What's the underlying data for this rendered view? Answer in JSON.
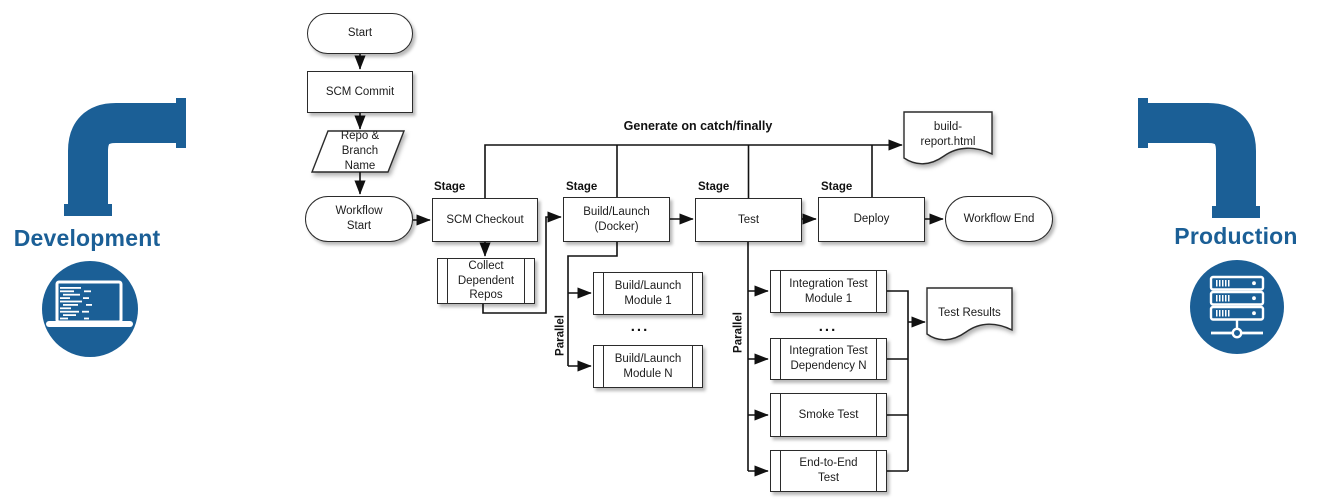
{
  "diagram": {
    "left": {
      "env_label": "Development",
      "icon": "laptop-code-icon"
    },
    "right": {
      "env_label": "Production",
      "icon": "server-rack-icon"
    },
    "annotations": {
      "generate_label": "Generate on catch/finally",
      "stage_label": "Stage",
      "parallel_label": "Parallel",
      "dots": "..."
    },
    "nodes": {
      "start": "Start",
      "scm_commit": "SCM Commit",
      "repo_branch": "Repo &\nBranch\nName",
      "workflow_start": "Workflow\nStart",
      "scm_checkout": "SCM Checkout",
      "collect_repos": "Collect\nDependent\nRepos",
      "build_launch": "Build/Launch\n(Docker)",
      "test": "Test",
      "deploy": "Deploy",
      "workflow_end": "Workflow End",
      "build_report": "build-\nreport.html",
      "bl_module_1": "Build/Launch\nModule 1",
      "bl_module_n": "Build/Launch\nModule N",
      "it_module_1": "Integration Test\nModule 1",
      "it_dependency_n": "Integration Test\nDependency N",
      "smoke_test": "Smoke Test",
      "e2e_test": "End-to-End\nTest",
      "test_results": "Test Results"
    },
    "colors": {
      "pipe_blue": "#1b5f96",
      "line_black": "#111111",
      "node_bg": "#ffffff"
    }
  }
}
